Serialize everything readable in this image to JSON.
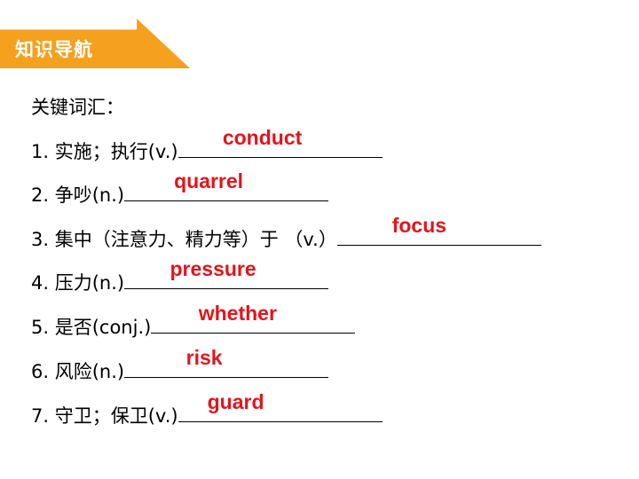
{
  "header": {
    "title": "知识导航"
  },
  "section": {
    "heading": "关键词汇："
  },
  "items": [
    {
      "prompt": "1. 实施；执行(v.)",
      "answer": "conduct"
    },
    {
      "prompt": "2. 争吵(n.)",
      "answer": "quarrel"
    },
    {
      "prompt": "3. 集中（注意力、精力等）于 （v.）",
      "answer": "focus"
    },
    {
      "prompt": "4. 压力(n.)",
      "answer": "pressure"
    },
    {
      "prompt": "5. 是否(conj.)",
      "answer": "whether"
    },
    {
      "prompt": "6. 风险(n.)",
      "answer": "risk"
    },
    {
      "prompt": "7. 守卫；保卫(v.)",
      "answer": "guard"
    }
  ],
  "colors": {
    "banner": "#F5A01E",
    "answer": "#E3141B",
    "text": "#000000"
  }
}
